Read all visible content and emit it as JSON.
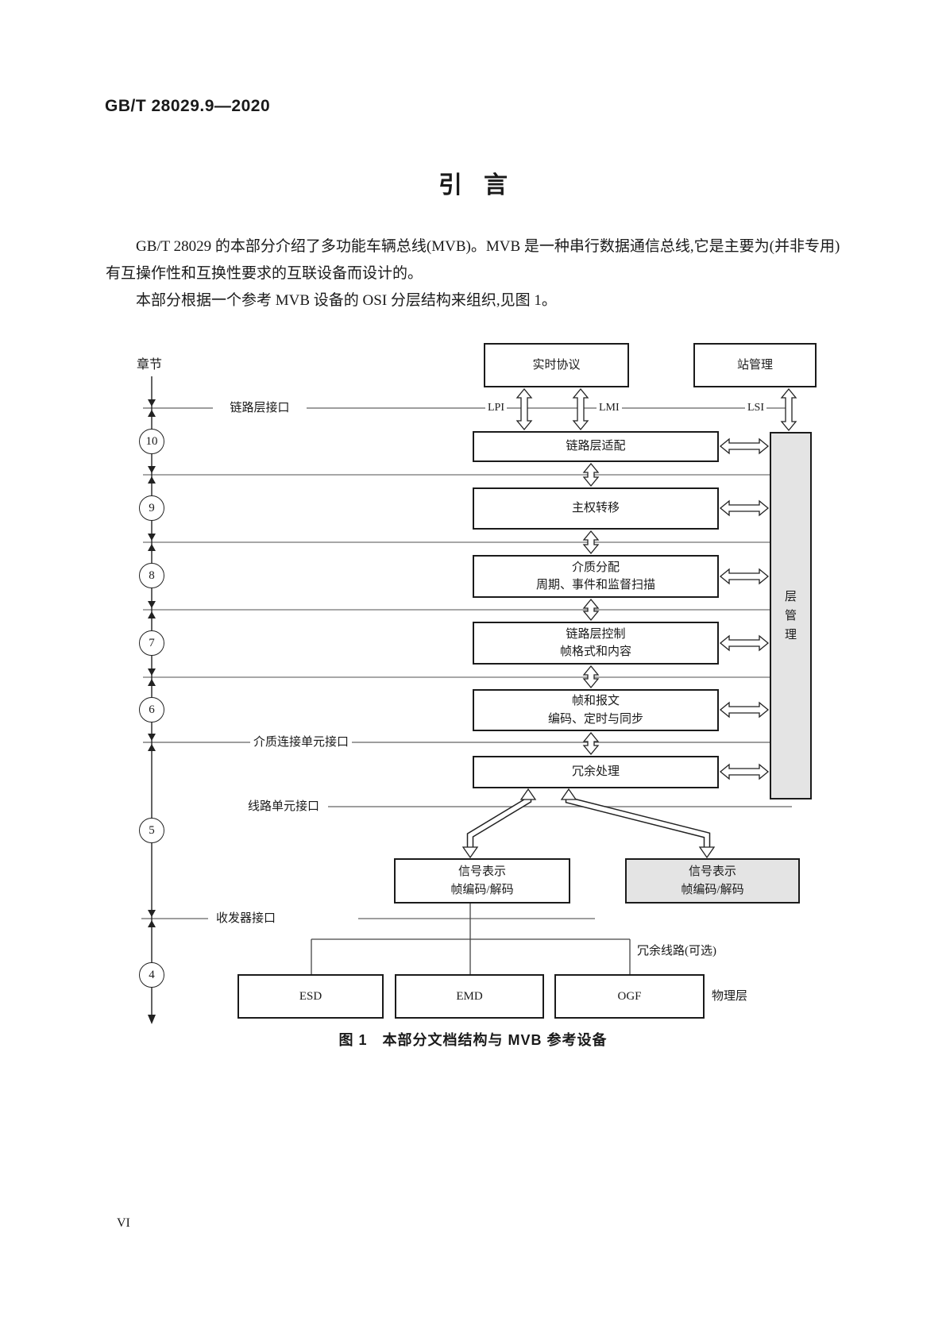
{
  "page": {
    "header": "GB/T 28029.9—2020",
    "title": "引言",
    "page_number": "VI"
  },
  "paragraphs": {
    "p1": "GB/T 28029 的本部分介绍了多功能车辆总线(MVB)。MVB 是一种串行数据通信总线,它是主要为(并非专用)有互操作性和互换性要求的互联设备而设计的。",
    "p2": "本部分根据一个参考 MVB 设备的 OSI 分层结构来组织,见图 1。"
  },
  "figure": {
    "caption": "图 1　本部分文档结构与 MVB 参考设备",
    "chapter_axis_label": "章节",
    "chapters": [
      "10",
      "9",
      "8",
      "7",
      "6",
      "5",
      "4"
    ],
    "interfaces": {
      "link_layer": "链路层接口",
      "lpi": "LPI",
      "lmi": "LMI",
      "lsi": "LSI",
      "medium_attachment": "介质连接单元接口",
      "line_unit": "线路单元接口",
      "transceiver": "收发器接口"
    },
    "boxes": {
      "real_time_protocol": "实时协议",
      "station_management": "站管理",
      "link_layer_adaptation": "链路层适配",
      "mastership_transfer": "主权转移",
      "media_allocation_1": "介质分配",
      "media_allocation_2": "周期、事件和监督扫描",
      "link_layer_control_1": "链路层控制",
      "link_layer_control_2": "帧格式和内容",
      "frames_telegrams_1": "帧和报文",
      "frames_telegrams_2": "编码、定时与同步",
      "redundancy_handling": "冗余处理",
      "layer_management": "层管理",
      "signal_representation_1": "信号表示",
      "signal_representation_2": "帧编码/解码",
      "esd": "ESD",
      "emd": "EMD",
      "ogf": "OGF"
    },
    "annotations": {
      "redundant_line": "冗余线路(可选)",
      "physical_layer": "物理层"
    }
  },
  "colors": {
    "border": "#1b1b1b",
    "gray_fill": "#e4e4e4",
    "line_gray": "#7f7f7f"
  }
}
